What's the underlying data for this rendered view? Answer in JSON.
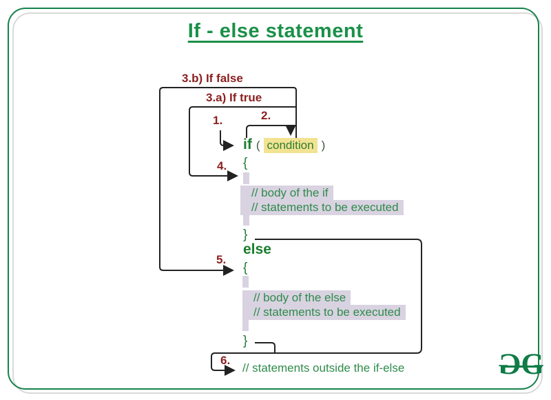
{
  "title": "If - else statement",
  "steps": {
    "if_false": "3.b) If false",
    "if_true": "3.a) If true",
    "step1": "1.",
    "step2": "2.",
    "step4": "4.",
    "step5": "5.",
    "step6": "6."
  },
  "code": {
    "if_keyword": "if",
    "open_paren": "(",
    "condition": "condition",
    "close_paren": ")",
    "open_brace": "{",
    "close_brace": "}",
    "else_keyword": "else",
    "if_body": [
      "// body of the if",
      "// statements to be executed"
    ],
    "else_body": [
      "// body of the else",
      "// statements to be executed"
    ],
    "outside_comment": "// statements outside the if-else"
  },
  "logo": {
    "letter_left": "G",
    "letter_right": "G"
  },
  "colors": {
    "title_green": "#1a9048",
    "keyword_green": "#1b7e2e",
    "comment_green": "#2e8b4a",
    "label_maroon": "#8b1f1f",
    "condition_highlight": "#f2e393",
    "body_highlight": "#d9d2e1",
    "frame_green": "#15824b",
    "connector_black": "#222222",
    "logo_green": "#0e7c45"
  }
}
